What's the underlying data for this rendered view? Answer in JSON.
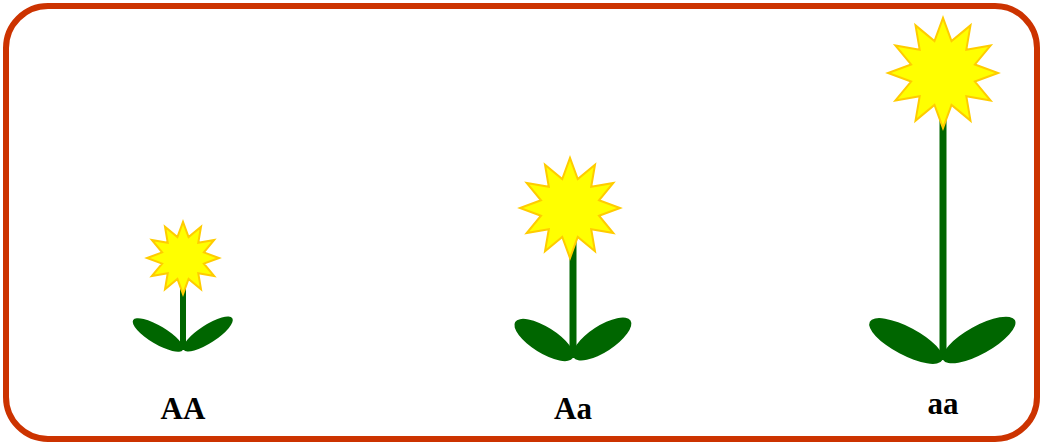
{
  "diagram": {
    "labels": [
      "AA",
      "Aa",
      "aa"
    ]
  }
}
